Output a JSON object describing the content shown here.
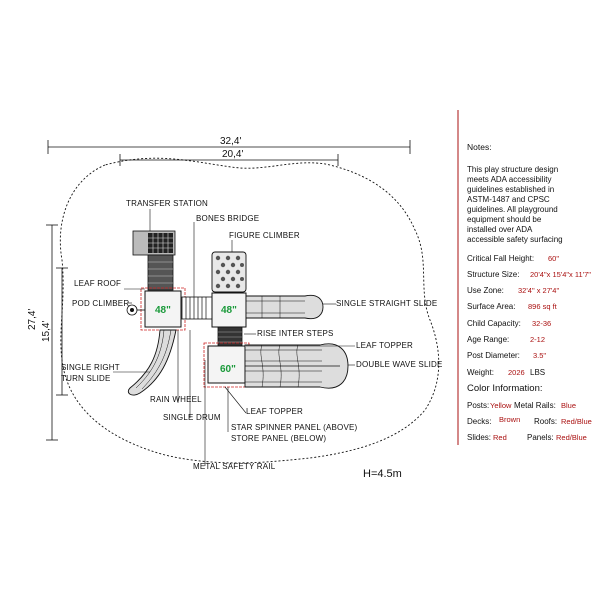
{
  "dimensions": {
    "overall_width": "32,4'",
    "inner_width": "20,4'",
    "overall_depth": "27,4'",
    "inner_depth": "15,4'"
  },
  "platform_heights": [
    "48\"",
    "48\"",
    "60\""
  ],
  "component_labels": [
    "TRANSFER STATION",
    "BONES BRIDGE",
    "FIGURE CLIMBER",
    "LEAF ROOF",
    "POD CLIMBER",
    "SINGLE STRAIGHT SLIDE",
    "RISE INTER STEPS",
    "LEAF TOPPER",
    "SINGLE RIGHT",
    "TURN SLIDE",
    "DOUBLE WAVE SLIDE",
    "RAIN WHEEL",
    "SINGLE DRUM",
    "LEAF TOPPER",
    "STAR SPINNER PANEL (ABOVE)",
    "STORE PANEL (BELOW)",
    "METAL SAFETY RAIL"
  ],
  "height_note": "H=4.5m",
  "notes": {
    "title": "Notes:",
    "body_lines": [
      "This play structure design",
      "meets ADA accessibility",
      "guidelines established in",
      "ASTM-1487 and CPSC",
      "guidelines. All playground",
      "equipment should be",
      "installed over ADA",
      "accessible safety surfacing"
    ]
  },
  "specs": [
    {
      "key": "Critical Fall Height:",
      "value": "60\""
    },
    {
      "key": "Structure Size:",
      "value": "20'4\"x 15'4\"x 11'7\""
    },
    {
      "key": "Use Zone:",
      "value": "32'4\" x 27'4\""
    },
    {
      "key": "Surface Area:",
      "value": "896 sq ft"
    },
    {
      "key": "Child Capacity:",
      "value": "32-36"
    },
    {
      "key": "Age Range:",
      "value": "2-12"
    },
    {
      "key": "Post Diameter:",
      "value": "3.5\""
    },
    {
      "key": "Weight:",
      "value": "2026",
      "unit": "LBS"
    }
  ],
  "color_info": {
    "title": "Color Information:",
    "posts_label": "Posts:",
    "posts_value": "Yellow",
    "metal_rails_label": "Metal Rails:",
    "metal_rails_value": "Blue",
    "decks_label": "Decks:",
    "decks_value": "Brown",
    "roofs_label": "Roofs:",
    "roofs_value": "Red/Blue",
    "slides_label": "Slides:",
    "slides_value": "Red",
    "panels_label": "Panels:",
    "panels_value": "Red/Blue"
  },
  "colors": {
    "line": "#111111",
    "value_red": "#aa1111",
    "platform_green": "#1a9a3a",
    "outline_red": "#cc2222"
  }
}
